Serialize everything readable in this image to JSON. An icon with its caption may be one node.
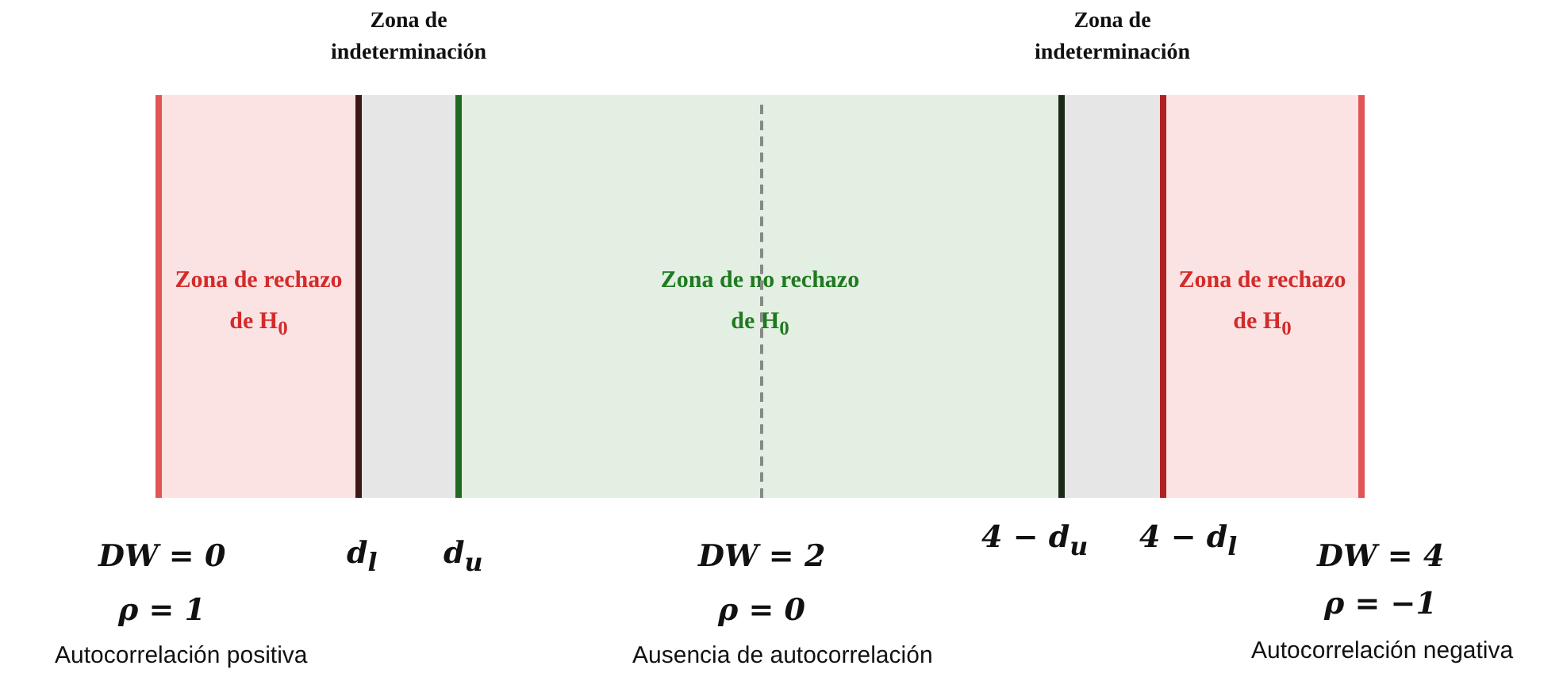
{
  "diagram": {
    "nodes": [
      {
        "text": [
          "Zona de rechazo de H$_{0}$"
        ]
      },
      {
        "text": [
          "Zona de indeterminación"
        ]
      },
      {
        "text": [
          "Zona de no rechazo de H$_{0}$"
        ]
      },
      {
        "text": [
          "Zona de indeterminación"
        ]
      },
      {
        "text": [
          "Zona de rechazo de H$_{0}$"
        ]
      }
    ],
    "edges": [],
    "labels": [
      "DW = 0",
      "d$_{l}$",
      "d$_{u}$",
      "DW = 2",
      "4 − d$_{u}$",
      "4 − d$_{l}$",
      "DW = 4",
      "ρ = 1",
      "ρ = 0",
      "ρ = −1",
      "Autocorrelación positiva",
      "Ausencia de autocorrelación",
      "Autocorrelación negativa"
    ]
  }
}
